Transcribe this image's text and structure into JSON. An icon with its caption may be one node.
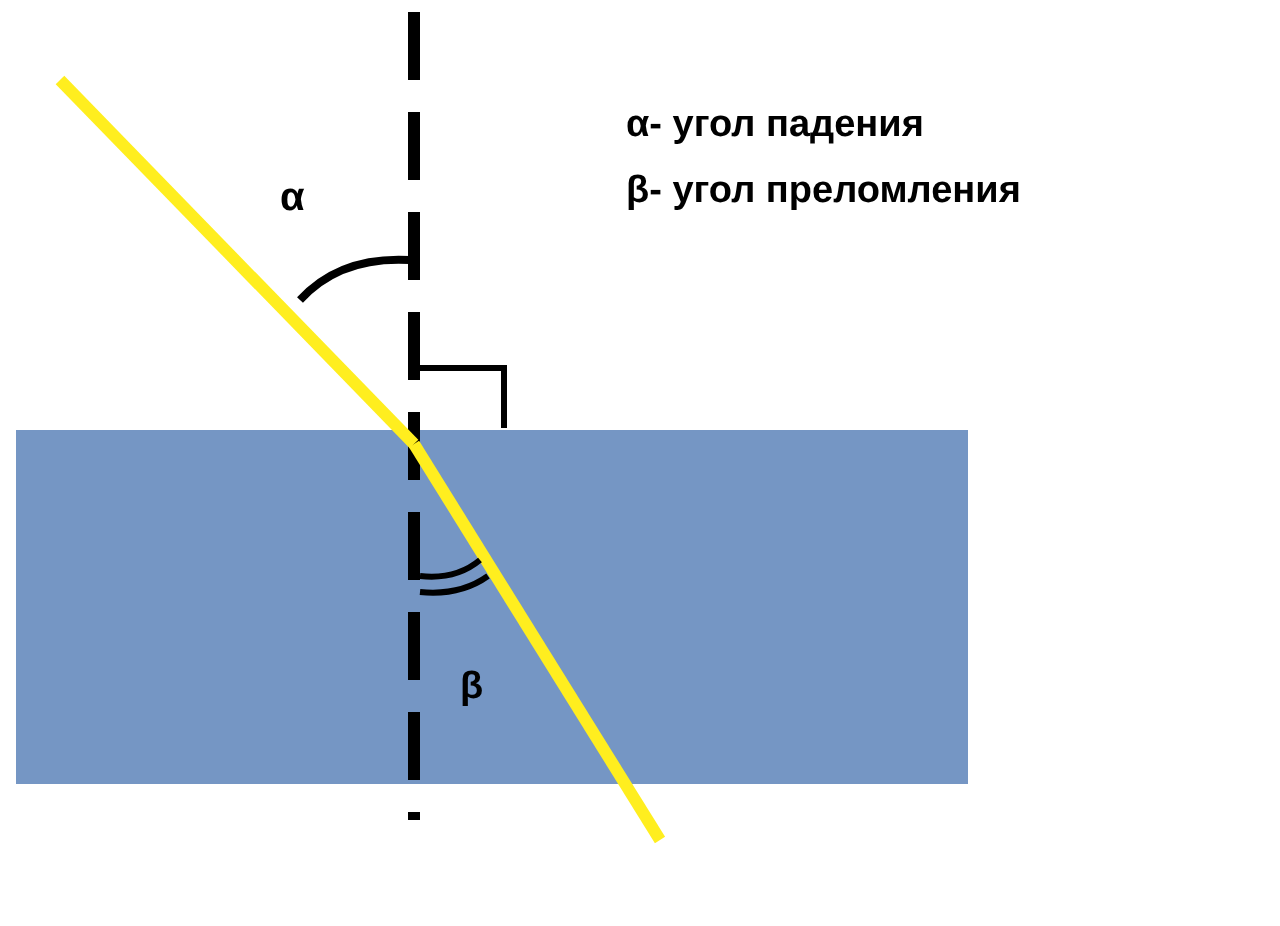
{
  "diagram": {
    "labels": [
      "α",
      "α- угол падения",
      "β- угол преломления",
      "β"
    ]
  }
}
